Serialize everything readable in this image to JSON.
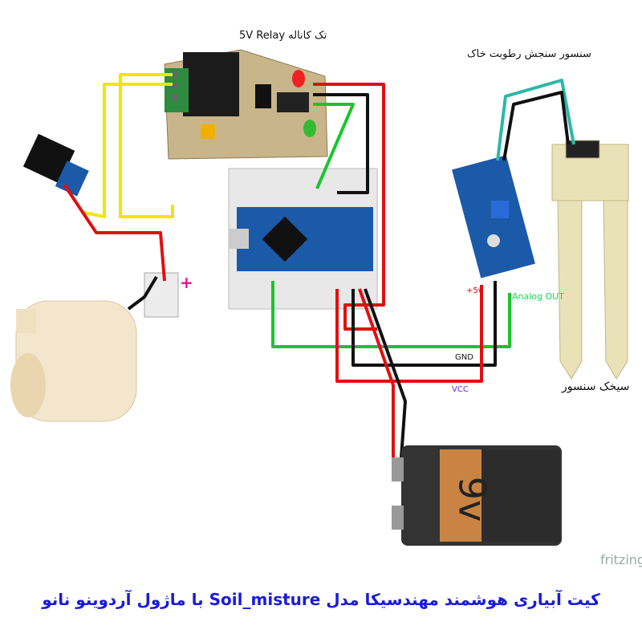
{
  "labels": {
    "relay": "5V Relay  تک کاناله",
    "sensor": "سنسور سنجش رطوبت خاک",
    "plus5v": "+5v",
    "analog_out": "Analog  OUT",
    "gnd": "GND",
    "vcc": "VCC",
    "probe": "سیخک سنسور",
    "plus": "+",
    "battery": "9v",
    "fritzing": "fritzing",
    "title": "کیت آبیاری هوشمند مهندسیکا مدل Soil_misture با ماژول آردوینو نانو"
  },
  "colors": {
    "wire_yellow": "#f2e600",
    "wire_red": "#e01010",
    "wire_black": "#111111",
    "wire_green": "#18c62a",
    "wire_teal": "#2ab8a8",
    "title": "#1a1adf",
    "battery": "#c98443"
  }
}
